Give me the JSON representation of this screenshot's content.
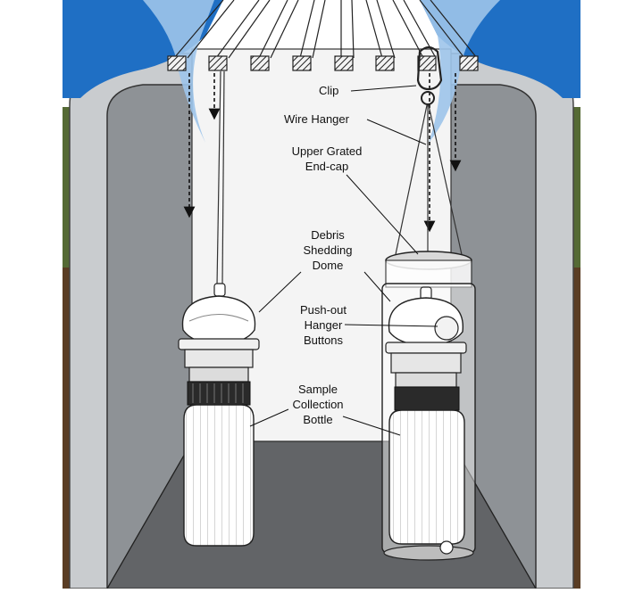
{
  "diagram": {
    "labels": {
      "clip": "Clip",
      "wire_hanger": "Wire Hanger",
      "end_cap": [
        "Upper Grated",
        "End-cap"
      ],
      "dome": [
        "Debris",
        "Shedding",
        "Dome"
      ],
      "buttons": [
        "Push-out",
        "Hanger",
        "Buttons"
      ],
      "bottle": [
        "Sample",
        "Collection",
        "Bottle"
      ]
    },
    "colors": {
      "sky_blue": "#1f6fc4",
      "light_blue": "#9dc4ea",
      "outer_wall": "#c9cccf",
      "inner_wall": "#8e9296",
      "back_panel": "#f4f4f4",
      "floor": "#626467",
      "ground_green": "#556a35",
      "ground_brown": "#5a3d24"
    }
  }
}
